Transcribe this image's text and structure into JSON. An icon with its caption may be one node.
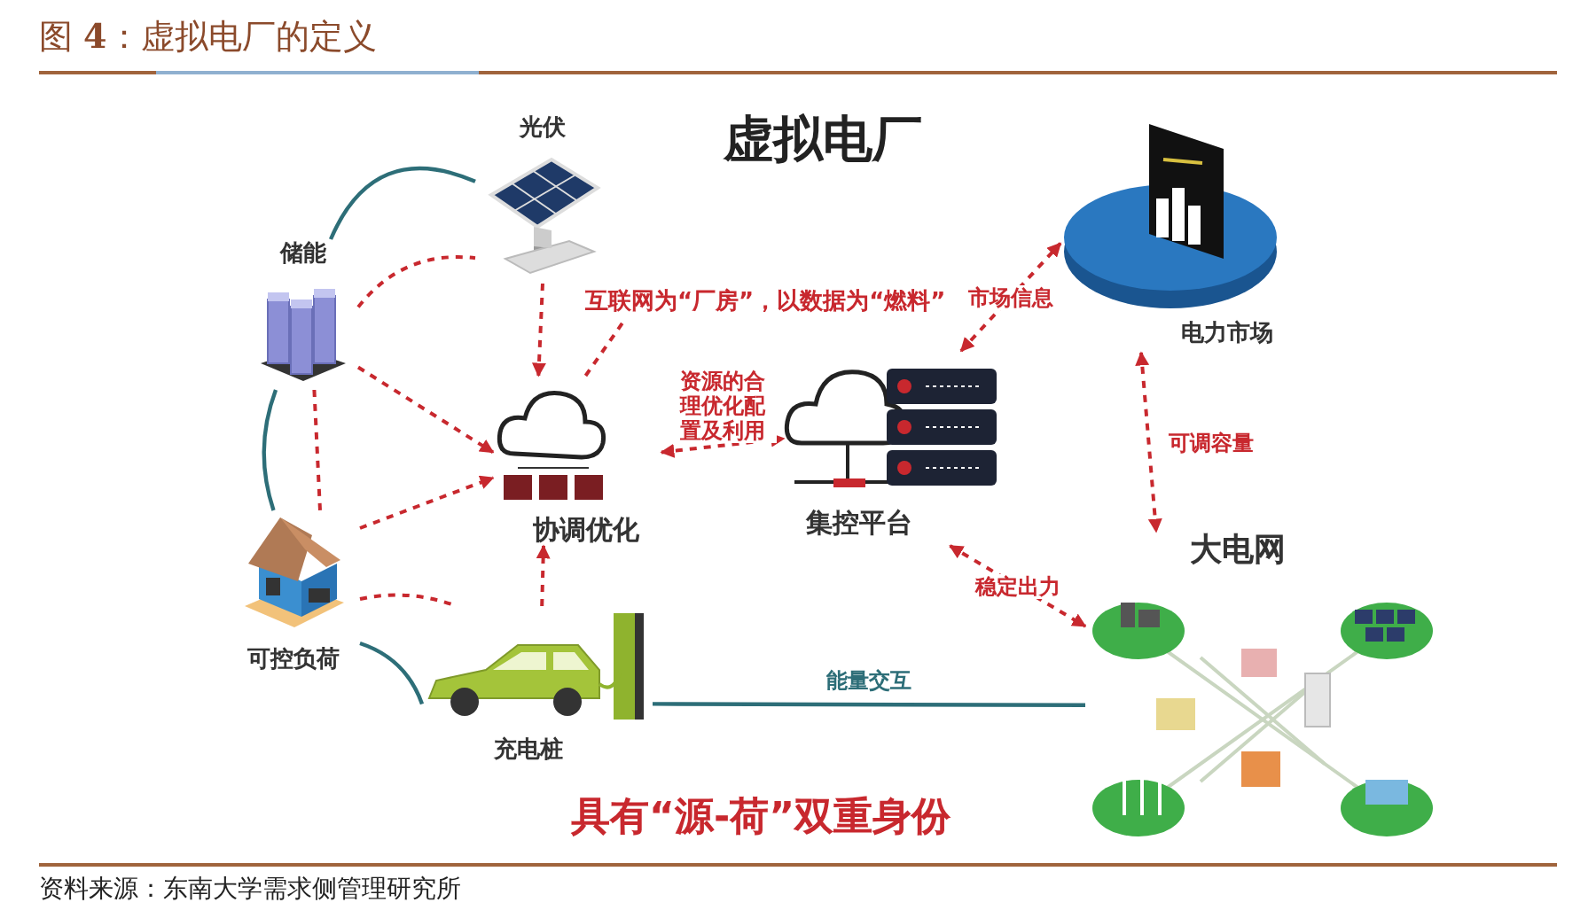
{
  "diagram": {
    "title": "图 **4**：虚拟电厂的定义",
    "caption": "资料来源：东南大学需求侧管理研究所",
    "nodes": [
      {
        "text": [
          "光伏"
        ]
      },
      {
        "text": [
          "储能"
        ]
      },
      {
        "text": [
          "可控负荷"
        ]
      },
      {
        "text": [
          "充电桩"
        ]
      },
      {
        "text": [
          "协调优化"
        ]
      },
      {
        "text": [
          "集控平台"
        ]
      },
      {
        "text": [
          "电力市场"
        ]
      },
      {
        "text": [
          "大电网"
        ]
      },
      {
        "text": [
          "互联网为“厂房”，以数据为“燃料”"
        ]
      }
    ],
    "edges": [
      {
        "from": 0,
        "to": 4,
        "arrow": "to",
        "style": "dashed",
        "color": "#c8282e"
      },
      {
        "from": 1,
        "to": 4,
        "arrow": "to",
        "style": "dashed",
        "color": "#c8282e"
      },
      {
        "from": 2,
        "to": 4,
        "arrow": "to",
        "style": "dashed",
        "color": "#c8282e"
      },
      {
        "from": 3,
        "to": 4,
        "arrow": "to",
        "style": "dashed",
        "color": "#c8282e"
      },
      {
        "from": 4,
        "to": 5,
        "arrow": "both",
        "label": "资源的合理优化配置及利用",
        "style": "dashed",
        "color": "#c8282e"
      },
      {
        "from": 5,
        "to": 6,
        "arrow": "both",
        "label": "市场信息",
        "style": "dashed",
        "color": "#c8282e"
      },
      {
        "from": 5,
        "to": 7,
        "arrow": "both",
        "label": "稳定出力",
        "style": "dashed",
        "color": "#c8282e"
      },
      {
        "from": 6,
        "to": 7,
        "arrow": "both",
        "label": "可调容量",
        "style": "dashed",
        "color": "#c8282e"
      },
      {
        "from": 3,
        "to": 7,
        "arrow": "none",
        "label": "能量交互",
        "color": "#2d6e78"
      },
      {
        "from": 4,
        "to": 8,
        "arrow": "none",
        "style": "dashed",
        "color": "#c8282e"
      },
      {
        "from": 1,
        "to": 0,
        "arrow": "none",
        "color": "#2d6e78"
      },
      {
        "from": 1,
        "to": 0,
        "arrow": "none",
        "style": "dashed",
        "color": "#c8282e"
      },
      {
        "from": 1,
        "to": 2,
        "arrow": "none",
        "color": "#2d6e78"
      },
      {
        "from": 1,
        "to": 2,
        "arrow": "none",
        "style": "dashed",
        "color": "#c8282e"
      },
      {
        "from": 2,
        "to": 3,
        "arrow": "none",
        "color": "#2d6e78"
      },
      {
        "from": 2,
        "to": 3,
        "arrow": "none",
        "style": "dashed",
        "color": "#c8282e"
      }
    ],
    "labels": [
      "虚拟电厂",
      "具有“源-荷”双重身份"
    ]
  }
}
